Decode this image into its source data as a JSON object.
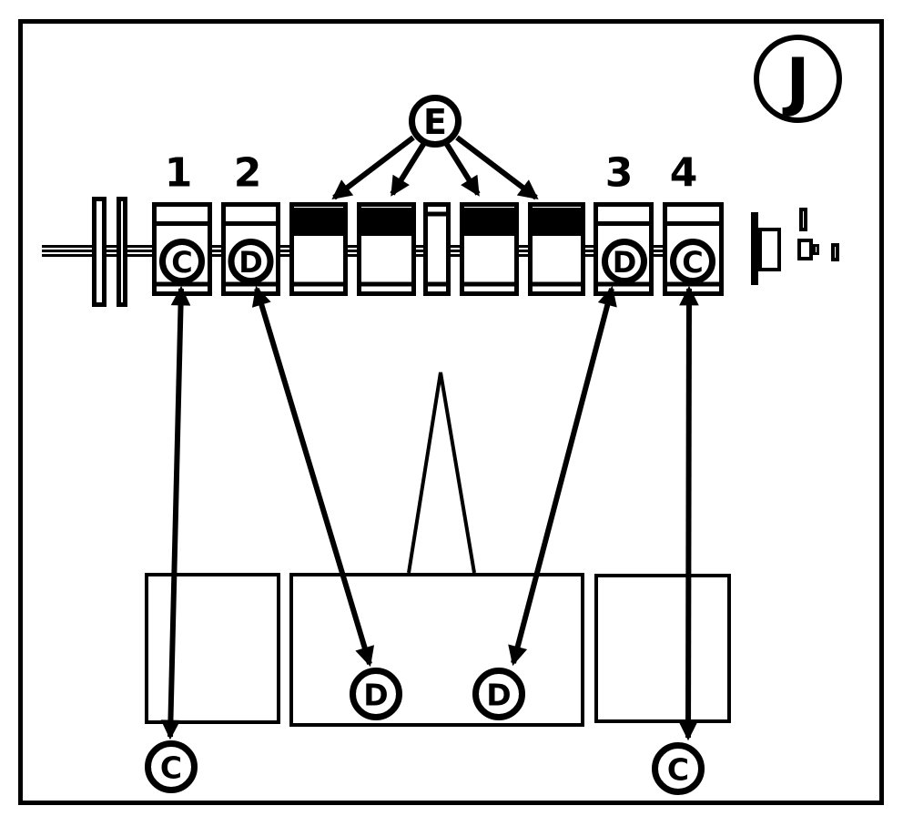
{
  "diagram": {
    "figure_label": "J",
    "callout_label": "E",
    "position_labels": [
      "1",
      "2",
      "3",
      "4"
    ],
    "journal_codes": [
      "C",
      "D",
      "D",
      "C"
    ],
    "bottom_codes": {
      "left": "C",
      "center_left": "D",
      "center_right": "D",
      "right": "C"
    }
  },
  "colors": {
    "ink": "#000000",
    "paper": "#ffffff"
  }
}
